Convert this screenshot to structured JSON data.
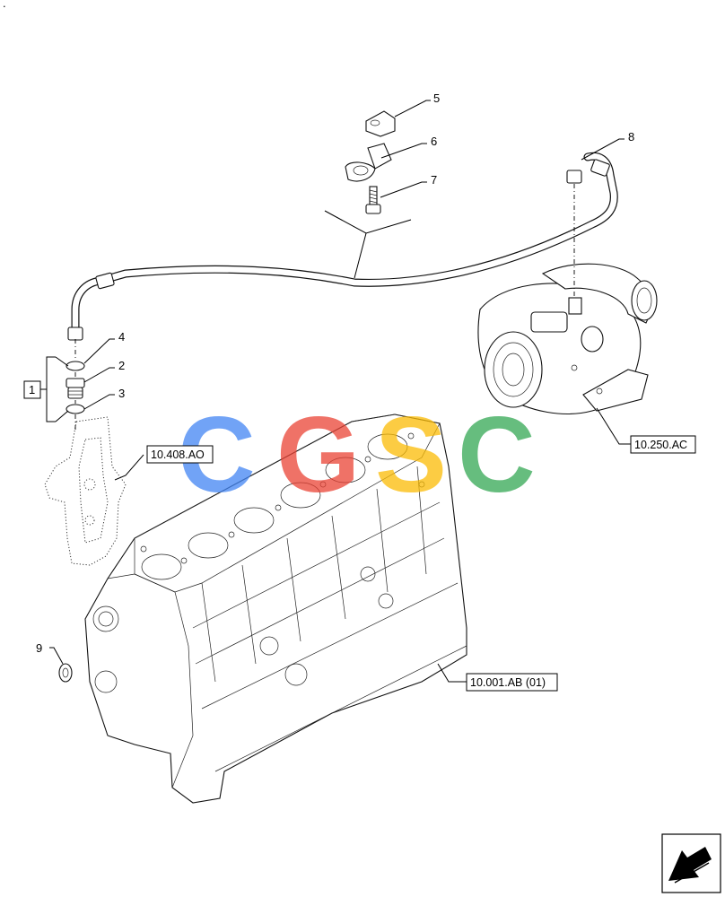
{
  "callouts": {
    "c1": "1",
    "c2": "2",
    "c3": "3",
    "c4": "4",
    "c5": "5",
    "c6": "6",
    "c7": "7",
    "c8": "8",
    "c9": "9"
  },
  "references": {
    "oil_filter_head": "10.408.AO",
    "turbocharger": "10.250.AC",
    "engine_block": "10.001.AB (01)"
  },
  "watermark": {
    "letters": [
      "C",
      "G",
      "S",
      "C"
    ],
    "colors": [
      "#4285f4",
      "#ea4335",
      "#fbbc05",
      "#34a853"
    ]
  },
  "navigation": {
    "icon": "arrow-left-icon"
  },
  "corner_mark": "."
}
